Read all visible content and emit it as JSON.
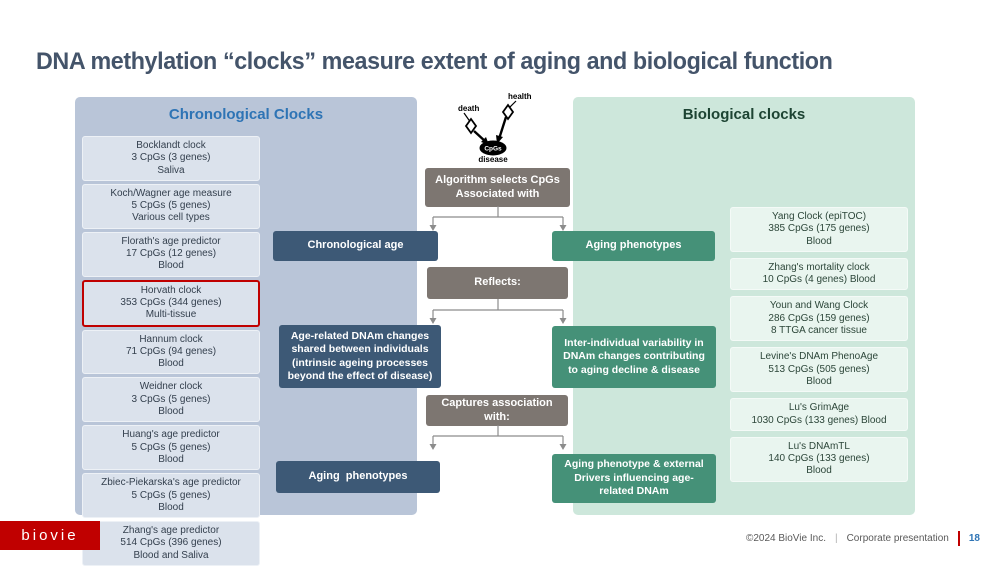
{
  "slide": {
    "title": "DNA methylation “clocks” measure extent of aging and biological function"
  },
  "chronological_panel": {
    "title": "Chronological Clocks",
    "clocks": [
      {
        "lines": [
          "Bocklandt clock",
          "3 CpGs (3 genes)",
          "Saliva"
        ]
      },
      {
        "lines": [
          "Koch/Wagner age measure",
          "5 CpGs (5 genes)",
          "Various cell types"
        ]
      },
      {
        "lines": [
          "Florath's age predictor",
          "17 CpGs (12 genes)",
          "Blood"
        ]
      },
      {
        "lines": [
          "Horvath clock",
          "353 CpGs (344 genes)",
          "Multi-tissue"
        ],
        "highlighted": true
      },
      {
        "lines": [
          "Hannum clock",
          "71 CpGs (94 genes)",
          "Blood"
        ]
      },
      {
        "lines": [
          "Weidner clock",
          "3 CpGs (5 genes)",
          "Blood"
        ]
      },
      {
        "lines": [
          "Huang's age predictor",
          "5 CpGs (5 genes)",
          "Blood"
        ]
      },
      {
        "lines": [
          "Zbiec-Piekarska's age predictor",
          "5 CpGs (5 genes)",
          "Blood"
        ]
      },
      {
        "lines": [
          "Zhang's age predictor",
          "514 CpGs (396 genes)",
          "Blood and Saliva"
        ]
      }
    ]
  },
  "biological_panel": {
    "title": "Biological clocks",
    "clocks": [
      {
        "lines": [
          "Yang Clock (epiTOC)",
          "385 CpGs (175 genes)",
          "Blood"
        ]
      },
      {
        "lines": [
          "Zhang's mortality clock",
          "10 CpGs (4 genes) Blood"
        ]
      },
      {
        "lines": [
          "Youn and Wang Clock",
          "286 CpGs (159 genes)",
          "8 TTGA cancer tissue"
        ]
      },
      {
        "lines": [
          "Levine's DNAm PhenoAge",
          "513 CpGs (505 genes)",
          "Blood"
        ]
      },
      {
        "lines": [
          "Lu's GrimAge",
          "1030 CpGs (133 genes) Blood"
        ]
      },
      {
        "lines": [
          "Lu's DNAmTL",
          "140 CpGs (133 genes)",
          "Blood"
        ]
      }
    ]
  },
  "diagram": {
    "death_label": "death",
    "health_label": "health",
    "node_label": "CpGs",
    "disease_label": "disease"
  },
  "flow": {
    "algorithm_box": "Algorithm selects CpGs Associated with",
    "reflects_box": "Reflects:",
    "captures_box": "Captures association with:",
    "chrono_row1": "Chronological age",
    "chrono_row2": "Age-related DNAm changes shared between individuals (intrinsic ageing processes beyond the effect of disease)",
    "chrono_row3": "Aging  phenotypes",
    "bio_row1": "Aging phenotypes",
    "bio_row2": "Inter-individual variability in DNAm changes contributing to aging decline & disease",
    "bio_row3": "Aging phenotype & external Drivers influencing age-related DNAm"
  },
  "footer": {
    "logo": "biovie",
    "copyright": "©2024 BioVie Inc.",
    "separator": "|",
    "label": "Corporate presentation",
    "page": "18"
  },
  "colors": {
    "accent_red": "#c00000",
    "navy_box": "#3d5976",
    "green_box": "#459178",
    "gray_box": "#7d7671",
    "panel_blue": "#b9c5d8",
    "panel_green": "#cde7db",
    "header_blue": "#2e74b5",
    "header_green": "#1d4433",
    "page_number_blue": "#2e74b5"
  }
}
